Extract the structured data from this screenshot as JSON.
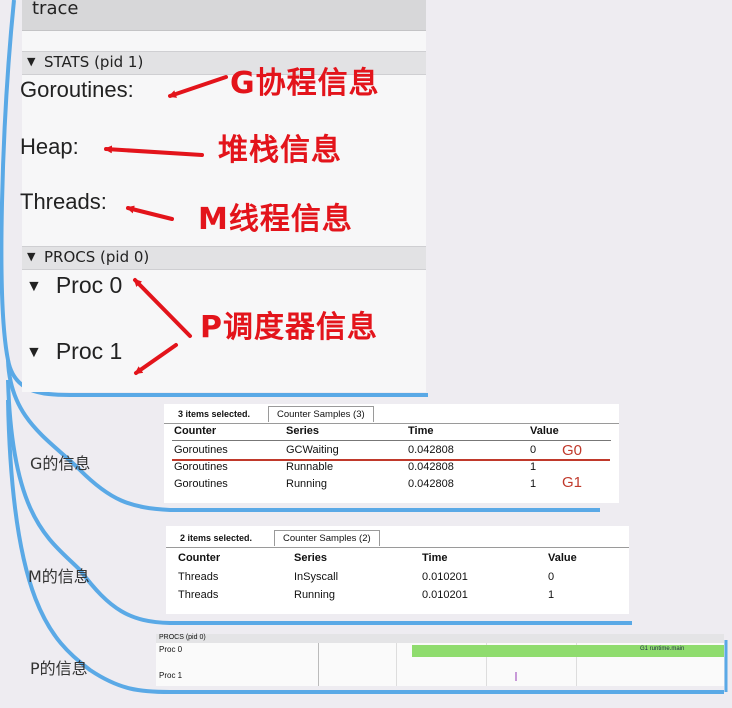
{
  "trace": {
    "title": "trace",
    "stats_header": "STATS (pid 1)",
    "stats": [
      "Goroutines:",
      "Heap:",
      "Threads:"
    ],
    "procs_header": "PROCS (pid 0)",
    "procs": [
      "Proc 0",
      "Proc 1"
    ]
  },
  "annotations": [
    "G协程信息",
    "堆栈信息",
    "M线程信息",
    "P调度器信息"
  ],
  "side_labels": [
    "G的信息",
    "M的信息",
    "P的信息"
  ],
  "g_table": {
    "selected": "3 items selected.",
    "tab": "Counter Samples (3)",
    "headers": [
      "Counter",
      "Series",
      "Time",
      "Value"
    ],
    "rows": [
      [
        "Goroutines",
        "GCWaiting",
        "0.042808",
        "0"
      ],
      [
        "Goroutines",
        "Runnable",
        "0.042808",
        "1"
      ],
      [
        "Goroutines",
        "Running",
        "0.042808",
        "1"
      ]
    ],
    "marks": [
      "G0",
      "G1"
    ]
  },
  "m_table": {
    "selected": "2 items selected.",
    "tab": "Counter Samples (2)",
    "headers": [
      "Counter",
      "Series",
      "Time",
      "Value"
    ],
    "rows": [
      [
        "Threads",
        "InSyscall",
        "0.010201",
        "0"
      ],
      [
        "Threads",
        "Running",
        "0.010201",
        "1"
      ]
    ]
  },
  "p_timeline": {
    "header": "PROCS (pid 0)",
    "procs": [
      "Proc 0",
      "Proc 1"
    ],
    "slice_label": "G1 runtime.main"
  },
  "colors": {
    "accent_red": "#e3141b",
    "mindmap_blue": "#5aa9e6",
    "slice_green": "#8fdc6e"
  }
}
